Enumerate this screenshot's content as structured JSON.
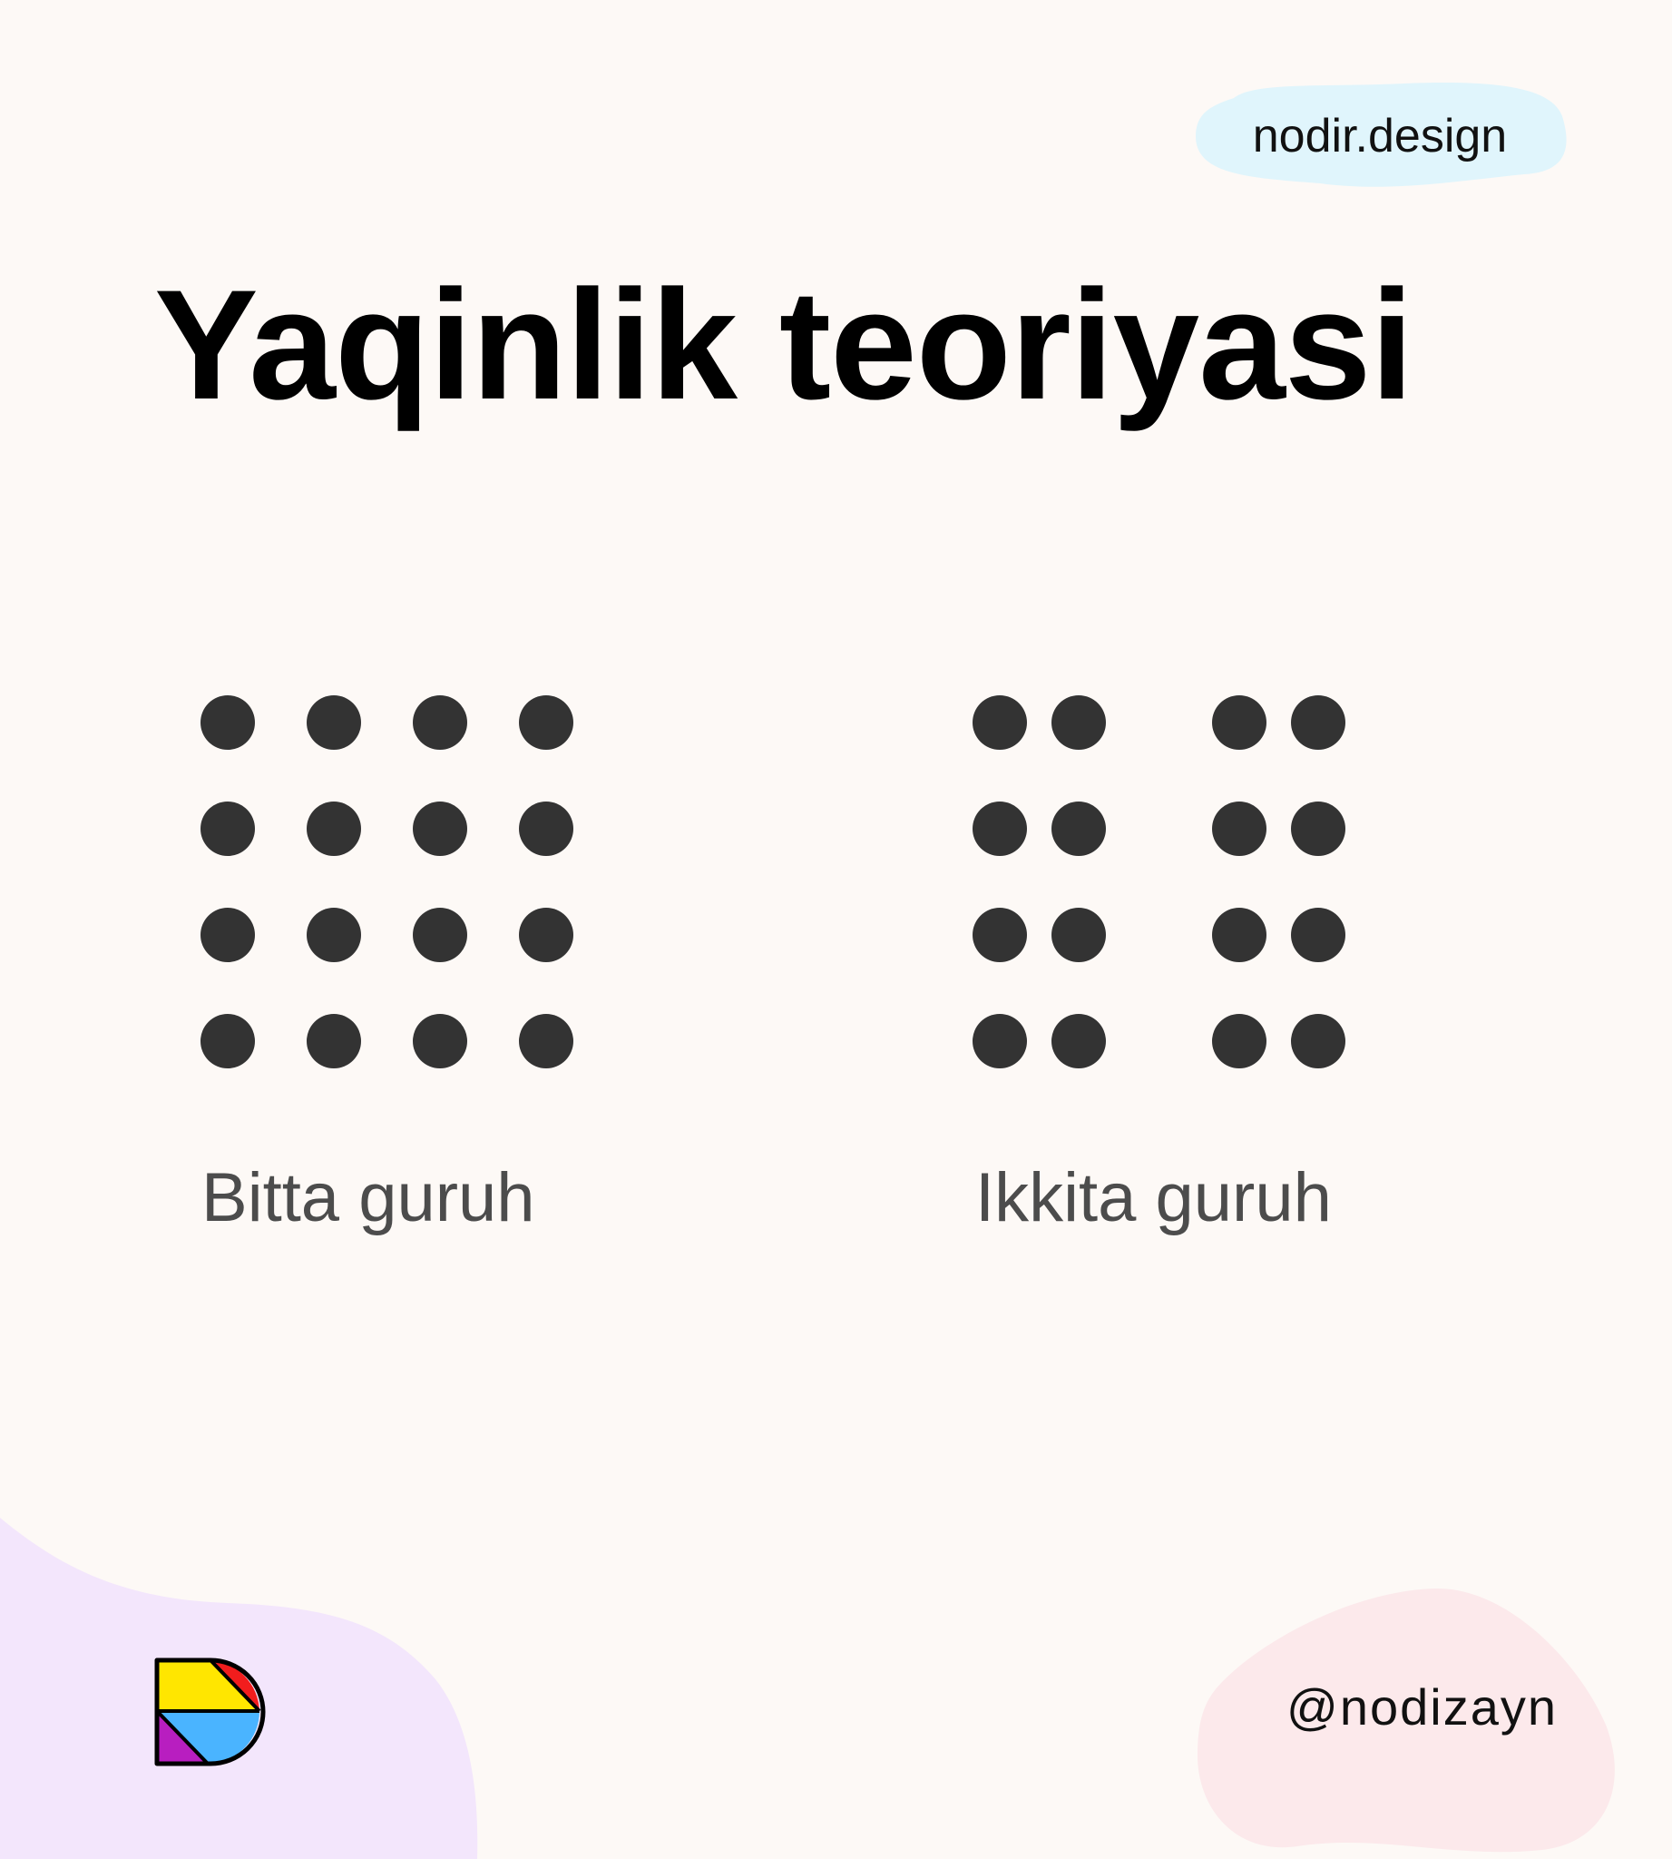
{
  "brand": {
    "site_label": "nodir.design",
    "handle": "@nodizayn",
    "logo_icon": "d-letter-logo-icon"
  },
  "title": "Yaqinlik teoriyasi",
  "groups": [
    {
      "caption": "Bitta guruh",
      "rows": 4,
      "columns": 4,
      "arrangement": "evenly-spaced"
    },
    {
      "caption": "Ikkita guruh",
      "rows": 4,
      "columns": 4,
      "arrangement": "two-clusters-of-two-columns"
    }
  ],
  "colors": {
    "background": "#fdf9f6",
    "dot": "#333333",
    "caption": "#4c4c4c",
    "badge_blob": "#e0f5fc",
    "corner_blob_left": "#f3e6fc",
    "corner_blob_right": "#fce9eb",
    "logo_yellow": "#ffe600",
    "logo_red": "#f21d1d",
    "logo_blue": "#4ab4ff",
    "logo_purple": "#b81ec0"
  }
}
